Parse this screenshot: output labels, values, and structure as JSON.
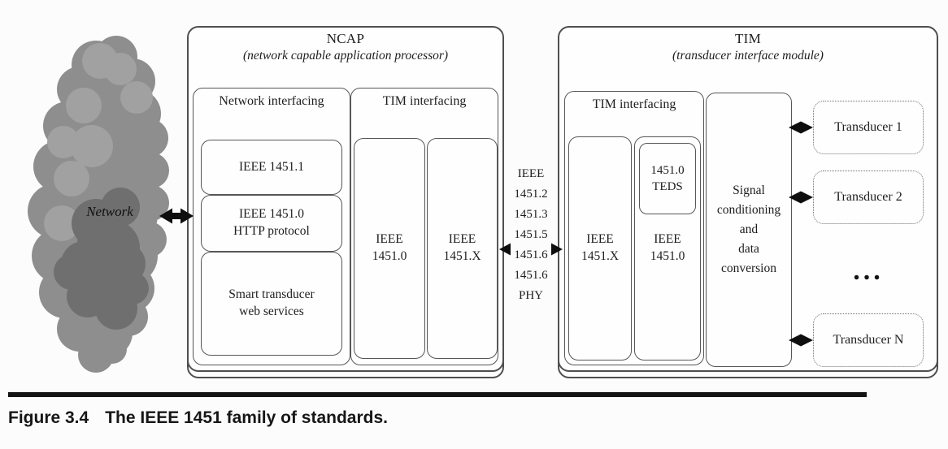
{
  "figure": {
    "caption_label": "Figure 3.4",
    "caption_title": "The IEEE 1451 family of standards."
  },
  "cloud": {
    "label": "Network"
  },
  "ncap": {
    "title": "NCAP",
    "subtitle": "(network capable application processor)",
    "network_interfacing": {
      "label": "Network interfacing",
      "boxes": [
        "IEEE 1451.1",
        "IEEE 1451.0\nHTTP protocol",
        "Smart transducer\nweb services"
      ]
    },
    "tim_interfacing": {
      "label": "TIM interfacing",
      "columns": [
        "IEEE\n1451.0",
        "IEEE\n1451.X"
      ]
    }
  },
  "link": {
    "text": "IEEE\n1451.2\n1451.3\n1451.5\n1451.6\n1451.6\nPHY"
  },
  "tim": {
    "title": "TIM",
    "subtitle": "(transducer interface module)",
    "tim_interfacing": {
      "label": "TIM interfacing",
      "columns": [
        "IEEE\n1451.X",
        "IEEE\n1451.0"
      ],
      "teds_label": "1451.0\nTEDS"
    },
    "signal_box": "Signal\nconditioning\nand\ndata\nconversion",
    "transducers": [
      "Transducer 1",
      "Transducer 2",
      "Transducer N"
    ],
    "ellipsis": "..."
  },
  "colors": {
    "box_border": "#4f4f4f",
    "text": "#1d1d1d",
    "cloud_base": "#8e8e8e",
    "cloud_dark": "#6f6f6f",
    "cloud_light": "#a1a1a1",
    "rule": "#141414"
  }
}
